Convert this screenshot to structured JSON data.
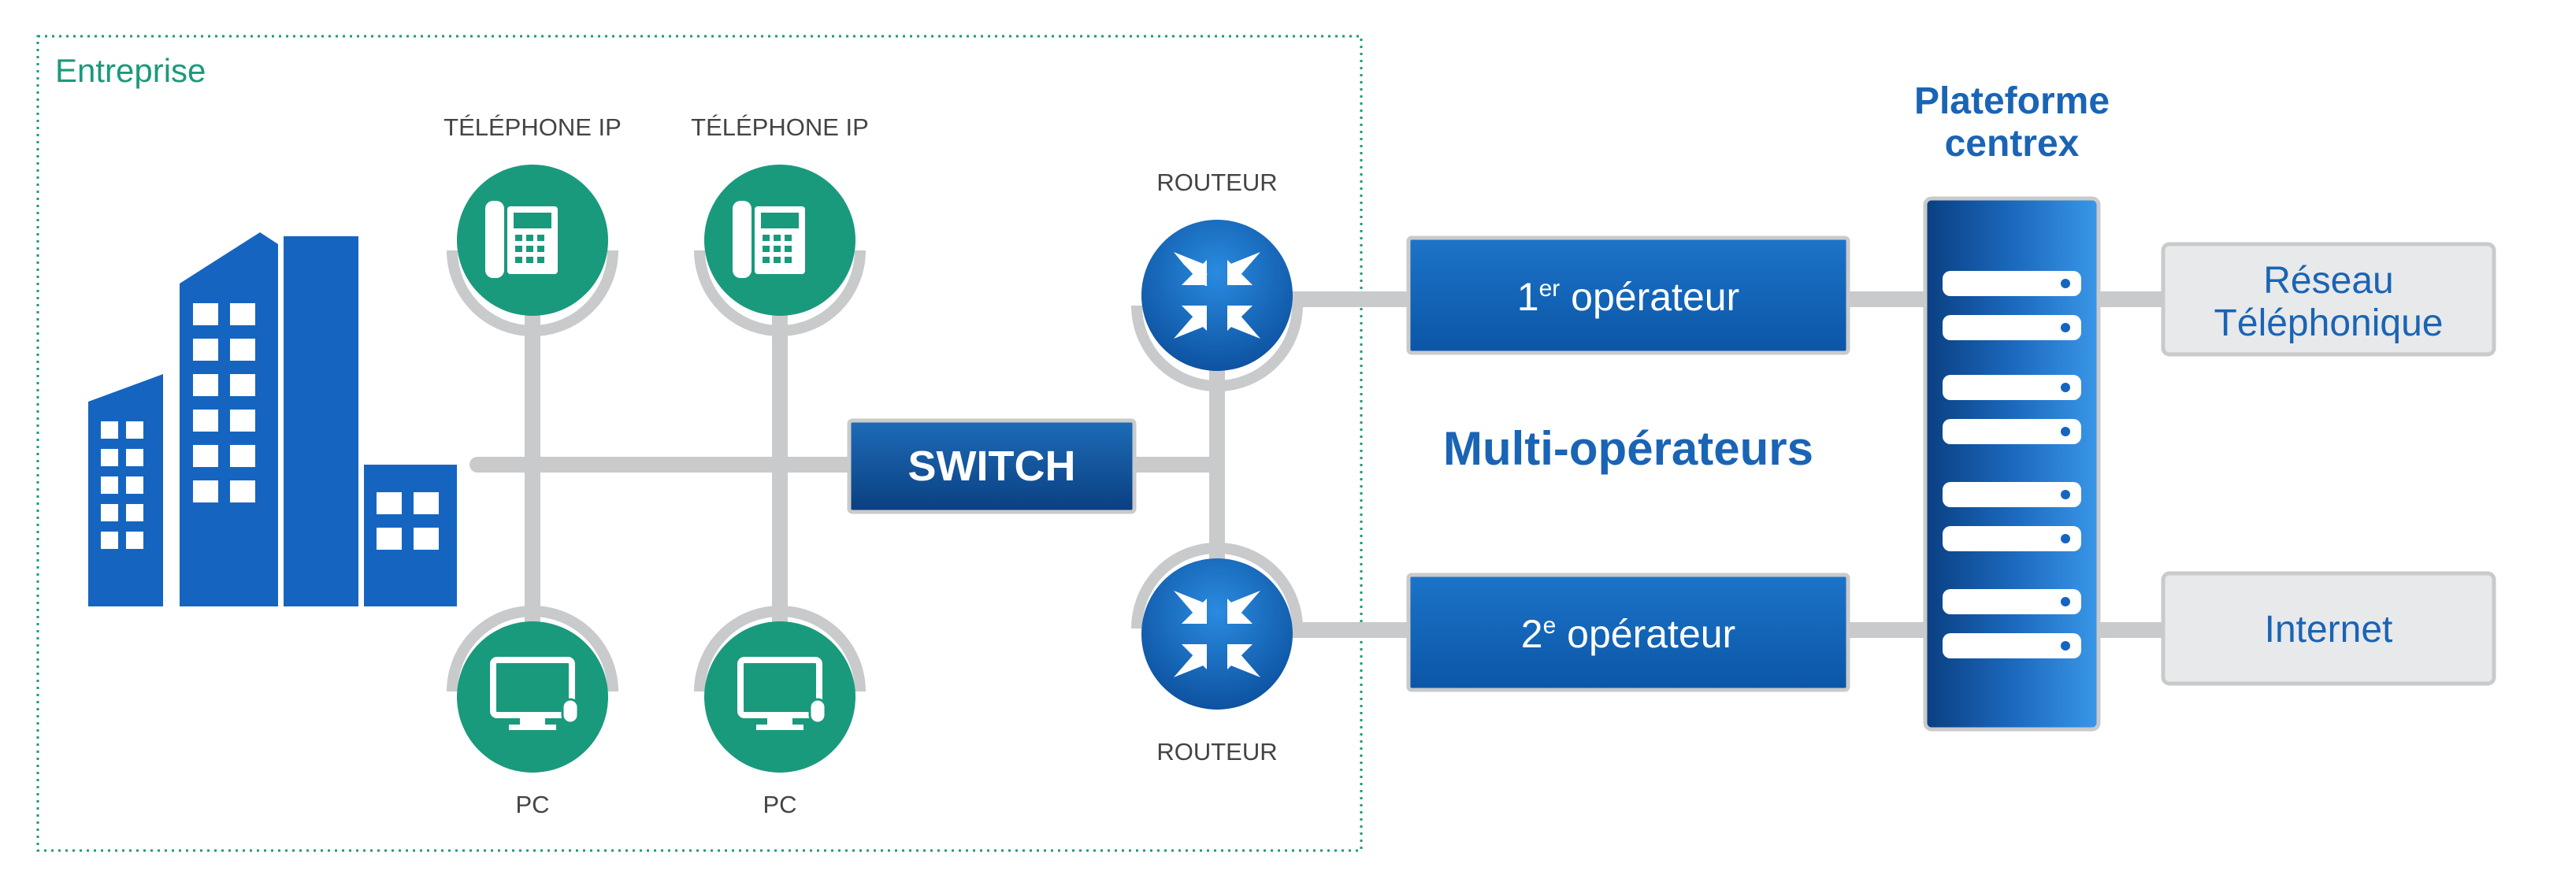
{
  "enterprise": {
    "label": "Entreprise"
  },
  "devices": {
    "phone_1_label": "TÉLÉPHONE IP",
    "phone_2_label": "TÉLÉPHONE IP",
    "pc_1_label": "PC",
    "pc_2_label": "PC",
    "router_top_label": "ROUTEUR",
    "router_bottom_label": "ROUTEUR"
  },
  "switch": {
    "label": "SWITCH"
  },
  "operators": {
    "op1_prefix": "1",
    "op1_sup": "er",
    "op1_text": " opérateur",
    "op2_prefix": "2",
    "op2_sup": "e",
    "op2_text": " opérateur"
  },
  "center_label": "Multi-opérateurs",
  "platform": {
    "title_line1": "Plateforme",
    "title_line2": "centrex"
  },
  "outputs": {
    "phone_network_line1": "Réseau",
    "phone_network_line2": "Téléphonique",
    "internet": "Internet"
  },
  "colors": {
    "green": "#1a9a7c",
    "blue": "#1565c0",
    "dark_blue": "#0d4f9c",
    "gray_line": "#c9cacb",
    "gray_box": "#e8e9ea",
    "text_gray": "#444444",
    "title_blue": "#1a64b5"
  }
}
